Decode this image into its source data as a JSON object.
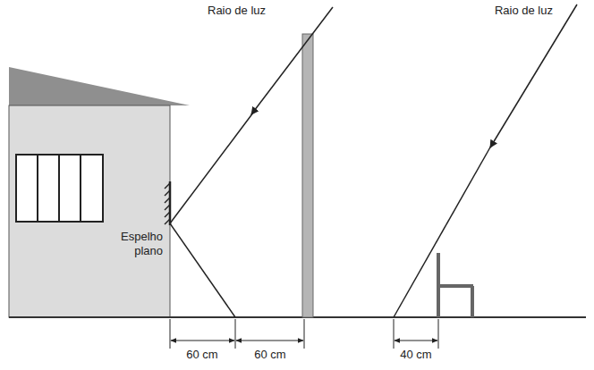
{
  "diagram": {
    "labels": [
      "Raio de luz",
      "Raio de luz",
      "Espelho plano",
      "60 cm",
      "60 cm",
      "40 cm"
    ]
  }
}
